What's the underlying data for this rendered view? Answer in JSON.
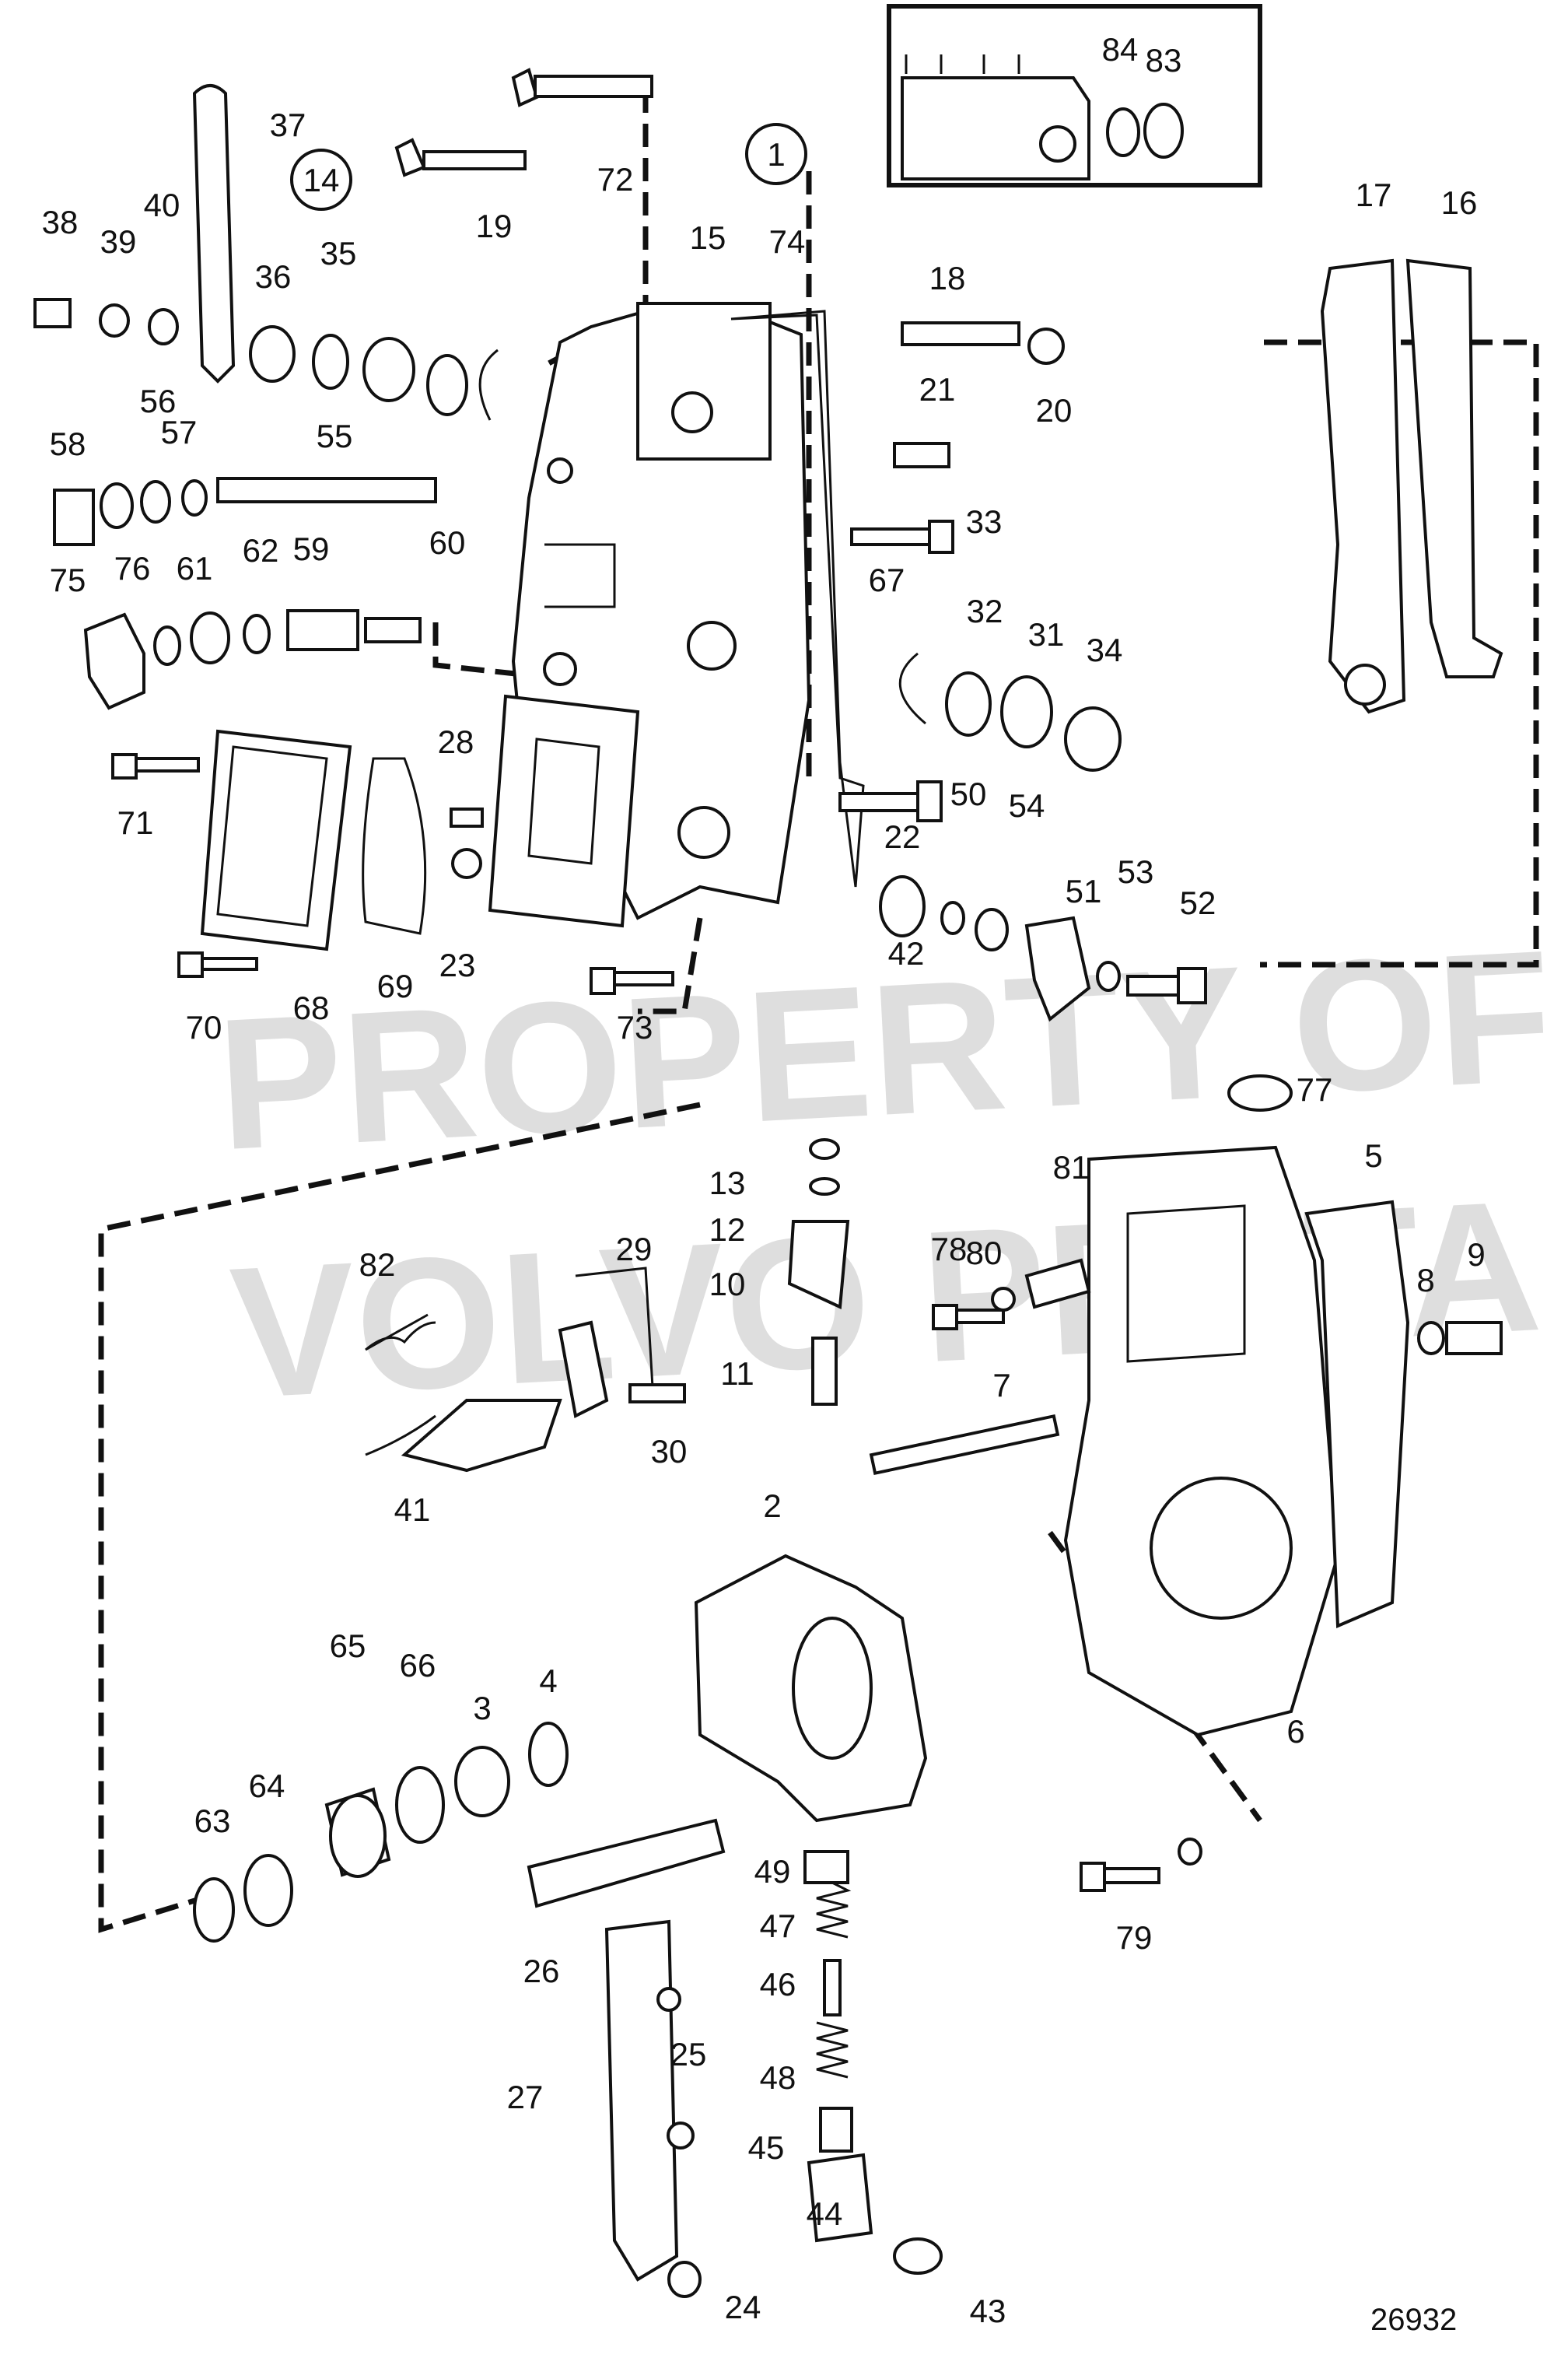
{
  "diagram": {
    "document_number": "26932",
    "watermark_lines": [
      "PROPERTY OF",
      "VOLVO PENTA"
    ],
    "group_refs": [
      "1",
      "14"
    ],
    "callouts": [
      "1",
      "2",
      "3",
      "4",
      "5",
      "6",
      "7",
      "8",
      "9",
      "10",
      "11",
      "12",
      "13",
      "14",
      "15",
      "16",
      "17",
      "18",
      "19",
      "20",
      "21",
      "22",
      "23",
      "24",
      "25",
      "26",
      "27",
      "28",
      "29",
      "30",
      "31",
      "32",
      "33",
      "34",
      "35",
      "36",
      "37",
      "38",
      "39",
      "40",
      "41",
      "42",
      "43",
      "44",
      "45",
      "46",
      "47",
      "48",
      "49",
      "50",
      "51",
      "52",
      "53",
      "54",
      "55",
      "56",
      "57",
      "58",
      "59",
      "60",
      "61",
      "62",
      "63",
      "64",
      "65",
      "66",
      "67",
      "68",
      "69",
      "70",
      "71",
      "72",
      "73",
      "74",
      "75",
      "76",
      "77",
      "78",
      "79",
      "80",
      "81",
      "82",
      "83",
      "84"
    ]
  }
}
